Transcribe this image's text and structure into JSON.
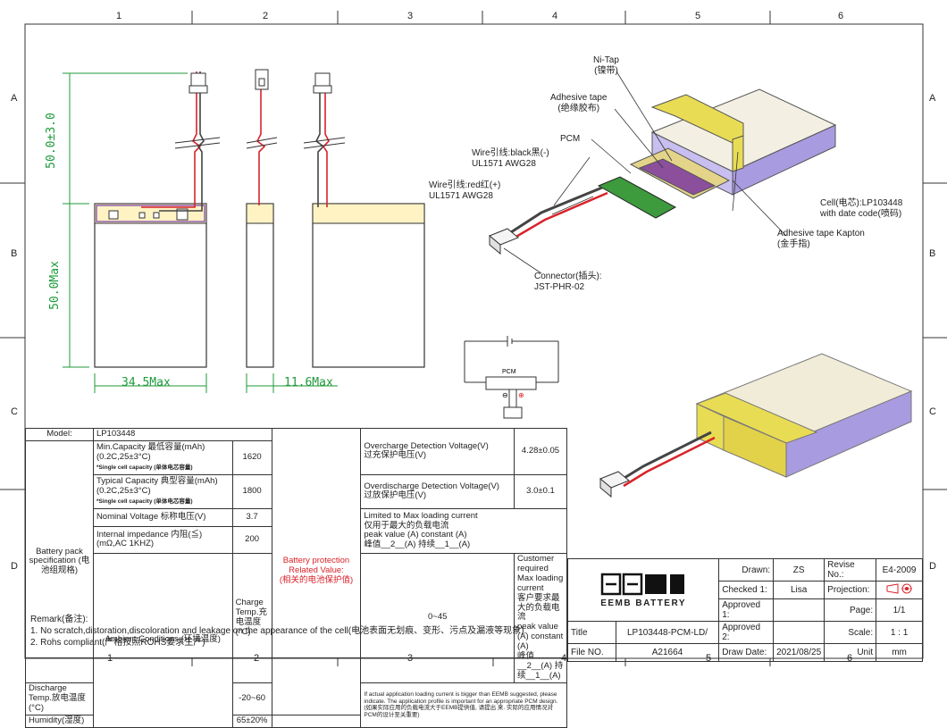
{
  "border": {
    "cols_top": [
      "1",
      "2",
      "3",
      "4",
      "5",
      "6"
    ],
    "cols_bottom": [
      "1",
      "2",
      "3",
      "4",
      "5",
      "6"
    ],
    "rows": [
      "A",
      "B",
      "C",
      "D"
    ]
  },
  "dimensions": {
    "lead_length": "50.0±3.0",
    "cell_height": "50.0Max",
    "cell_width": "34.5Max",
    "cell_thickness": "11.6Max"
  },
  "callouts": {
    "ni_tap": "Ni-Tap",
    "ni_tap_cn": "(镍带)",
    "adhesive_tape": "Adhesive tape",
    "adhesive_tape_cn": "(绝缘胶布)",
    "pcm": "PCM",
    "wire_black_1": "Wire引线:black黑(-)",
    "wire_black_2": "UL1571 AWG28",
    "wire_red_1": "Wire引线:red红(+)",
    "wire_red_2": "UL1571 AWG28",
    "cell_1": "Cell(电芯):LP103448",
    "cell_2": "with date code(喷码)",
    "kapton_1": "Adhesive tape Kapton",
    "kapton_2": "(金手指)",
    "connector_1": "Connector(插头):",
    "connector_2": "JST-PHR-02"
  },
  "schematic": {
    "pcm_label": "PCM",
    "minus": "⊖",
    "plus": "⊕"
  },
  "spec_table": {
    "model_label": "Model:",
    "model_value": "LP103448",
    "pack_spec_label": "Battery pack specification (电池组规格)",
    "min_cap_1": "Min.Capacity 最低容量(mAh)",
    "min_cap_2": "(0.2C,25±3°C)",
    "min_cap_note": "*Single cell capacity (单体电芯容量)",
    "min_cap_value": "1620",
    "typ_cap_1": "Typical Capacity 典型容量(mAh)",
    "typ_cap_2": "(0.2C,25±3°C)",
    "typ_cap_note": "*Single cell capacity (单体电芯容量)",
    "typ_cap_value": "1800",
    "nominal_voltage": "Nominal Voltage 标称电压(V)",
    "nominal_voltage_value": "3.7",
    "impedance_1": "Internal impedance 内阻(≦)",
    "impedance_2": "(mΩ,AC 1KHZ)",
    "impedance_value": "200",
    "ambient_label": "Ambient Conditions (环境温度)",
    "charge_temp": "Charge Temp.充电温度(°C)",
    "charge_temp_value": "0~45",
    "discharge_temp": "Discharge Temp.放电温度(°C)",
    "discharge_temp_value": "-20~60",
    "humidity": "Humidity(湿度)",
    "humidity_value": "65±20%",
    "protection_1": "Battery protection",
    "protection_2": "Related Value:",
    "protection_3": "(相关的电池保护值)",
    "ovc_1": "Overcharge Detection Voltage(V)",
    "ovc_2": "过充保护电压(V)",
    "ovc_value": "4.28±0.05",
    "odc_1": "Overdischarge Detection Voltage(V)",
    "odc_2": "过放保护电压(V)",
    "odc_value": "3.0±0.1",
    "limit_1": "Limited to Max loading current",
    "limit_2": "仅用于最大的负载电流",
    "limit_3": "peak value (A) constant (A)",
    "limit_4": "峰值__2__(A) 持续__1__(A)",
    "cust_1": "Customer required Max loading current",
    "cust_2": "客户要求最大的负载电流",
    "cust_3": "peak value (A) constant (A)",
    "cust_4": "峰值__2__(A) 持续__1__(A)",
    "note_1": "If actual application loading current is bigger than EEMB suggested, please indicate. The application profile is important for an appropriate PCM design.",
    "note_2": "(如果实际应用的负载电流大于EEMB提供值, 请提出 来. 实际的应用情况对PCM的设计至关重要)",
    "remark_1": "Remark(备注):",
    "remark_2": "1. No scratch,distoration,discoloration and leakage on the appearance of the cell(电池表面无划痕、变形、污点及漏液等现象).",
    "remark_3": "2. Rohs compliant(严格按照ROHS要求生产)"
  },
  "title_block": {
    "logo_brand": "EEMB BATTERY",
    "drawn_label": "Drawn:",
    "drawn_value": "ZS",
    "rev_label": "Revise No.:",
    "rev_value": "E4-2009",
    "checked_label": "Checked 1:",
    "checked_value": "Lisa",
    "projection_label": "Projection:",
    "approved1_label": "Approved 1:",
    "page_label": "Page:",
    "page_value": "1/1",
    "title_label": "Title",
    "title_value": "LP103448-PCM-LD/",
    "approved2_label": "Approved 2:",
    "scale_label": "Scale:",
    "scale_value": "1 : 1",
    "file_label": "File NO.",
    "file_value": "A21664",
    "draw_date_label": "Draw Date:",
    "draw_date_value": "2021/08/25",
    "unit_label": "Unit",
    "unit_value": "mm"
  }
}
